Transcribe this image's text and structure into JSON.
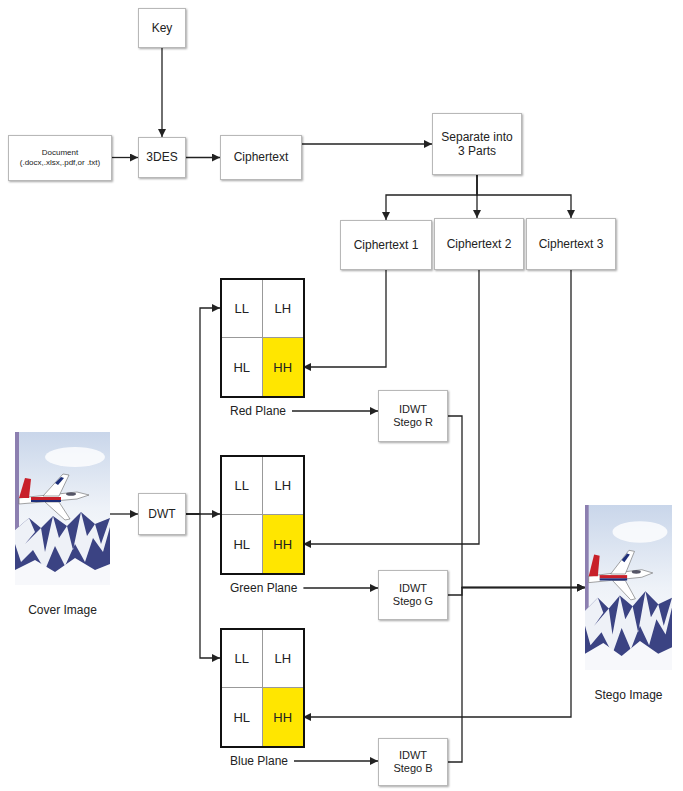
{
  "diagram": {
    "nodes": [
      {
        "text": [
          "Key"
        ]
      },
      {
        "text": [
          "Document (.docx,.xlsx,.pdf,or .txt)"
        ]
      },
      {
        "text": [
          "3DES"
        ]
      },
      {
        "text": [
          "Ciphertext"
        ]
      },
      {
        "text": [
          "Separate into 3 Parts"
        ]
      },
      {
        "text": [
          "Ciphertext 1"
        ]
      },
      {
        "text": [
          "Ciphertext 2"
        ]
      },
      {
        "text": [
          "Ciphertext 3"
        ]
      },
      {
        "text": [
          "Red Plane"
        ]
      },
      {
        "text": [
          "LL"
        ],
        "in": 8
      },
      {
        "text": [
          "LH"
        ],
        "in": 8
      },
      {
        "text": [
          "HL"
        ],
        "in": 8
      },
      {
        "text": [
          "HH"
        ],
        "in": 8
      },
      {
        "text": [
          "IDWT Stego R"
        ]
      },
      {
        "text": [
          "Cover Image"
        ]
      },
      {
        "text": [
          "DWT"
        ]
      },
      {
        "text": [
          "Green Plane"
        ]
      },
      {
        "text": [
          "LL"
        ],
        "in": 16
      },
      {
        "text": [
          "LH"
        ],
        "in": 16
      },
      {
        "text": [
          "HL"
        ],
        "in": 16
      },
      {
        "text": [
          "HH"
        ],
        "in": 16
      },
      {
        "text": [
          "IDWT Stego G"
        ]
      },
      {
        "text": [
          "Stego Image"
        ]
      },
      {
        "text": [
          "Blue Plane"
        ]
      },
      {
        "text": [
          "LL"
        ],
        "in": 23
      },
      {
        "text": [
          "LH"
        ],
        "in": 23
      },
      {
        "text": [
          "HL"
        ],
        "in": 23
      },
      {
        "text": [
          "HH"
        ],
        "in": 23
      },
      {
        "text": [
          "IDWT Stego B"
        ]
      }
    ],
    "edges": [
      {
        "from": 0,
        "to": 2,
        "arrow": "to"
      },
      {
        "from": 1,
        "to": 2,
        "arrow": "to"
      },
      {
        "from": 2,
        "to": 3,
        "arrow": "to"
      },
      {
        "from": 3,
        "to": 4,
        "arrow": "to"
      },
      {
        "from": 4,
        "to": 5,
        "arrow": "to"
      },
      {
        "from": 4,
        "to": 6,
        "arrow": "to"
      },
      {
        "from": 4,
        "to": 7,
        "arrow": "to"
      },
      {
        "from": 5,
        "to": 12,
        "arrow": "to"
      },
      {
        "from": 6,
        "to": 20,
        "arrow": "to"
      },
      {
        "from": 7,
        "to": 27,
        "arrow": "to"
      },
      {
        "from": 14,
        "to": 15,
        "arrow": "to"
      },
      {
        "from": 15,
        "to": 8,
        "arrow": "to"
      },
      {
        "from": 15,
        "to": 16,
        "arrow": "to"
      },
      {
        "from": 15,
        "to": 23,
        "arrow": "to"
      },
      {
        "from": 8,
        "to": 13,
        "arrow": "to"
      },
      {
        "from": 16,
        "to": 21,
        "arrow": "to"
      },
      {
        "from": 23,
        "to": 28,
        "arrow": "to"
      },
      {
        "from": 13,
        "to": 22,
        "arrow": "to"
      },
      {
        "from": 21,
        "to": 22,
        "arrow": "to"
      },
      {
        "from": 28,
        "to": 22,
        "arrow": "to"
      }
    ]
  }
}
